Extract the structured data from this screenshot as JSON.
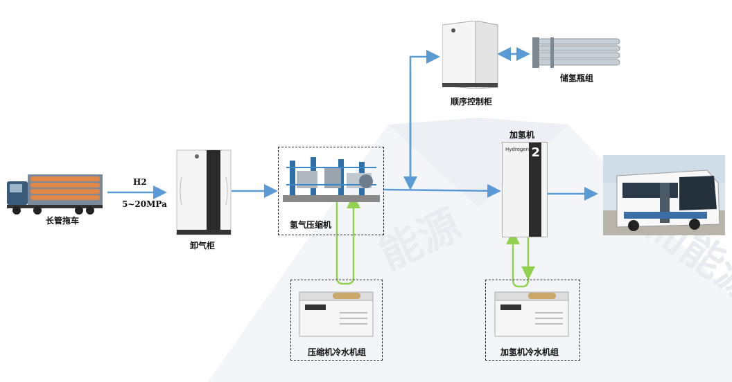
{
  "labels": {
    "tube_trailer": "长管拖车",
    "h2": "H2",
    "pressure": "5~20MPa",
    "unloading_cabinet": "卸气柜",
    "compressor": "氢气压缩机",
    "compressor_chiller": "压缩机冷水机组",
    "sequence_cabinet": "顺序控制柜",
    "storage_bank": "储氢瓶组",
    "dispenser": "加氢机",
    "dispenser_chiller": "加氢机冷水机组",
    "dispenser_text": "Hydrogen",
    "dispenser_number": "2"
  },
  "colors": {
    "blue_pipe": "#5b9bd5",
    "green_pipe": "#92d050",
    "watermark": "#eef1f5"
  }
}
